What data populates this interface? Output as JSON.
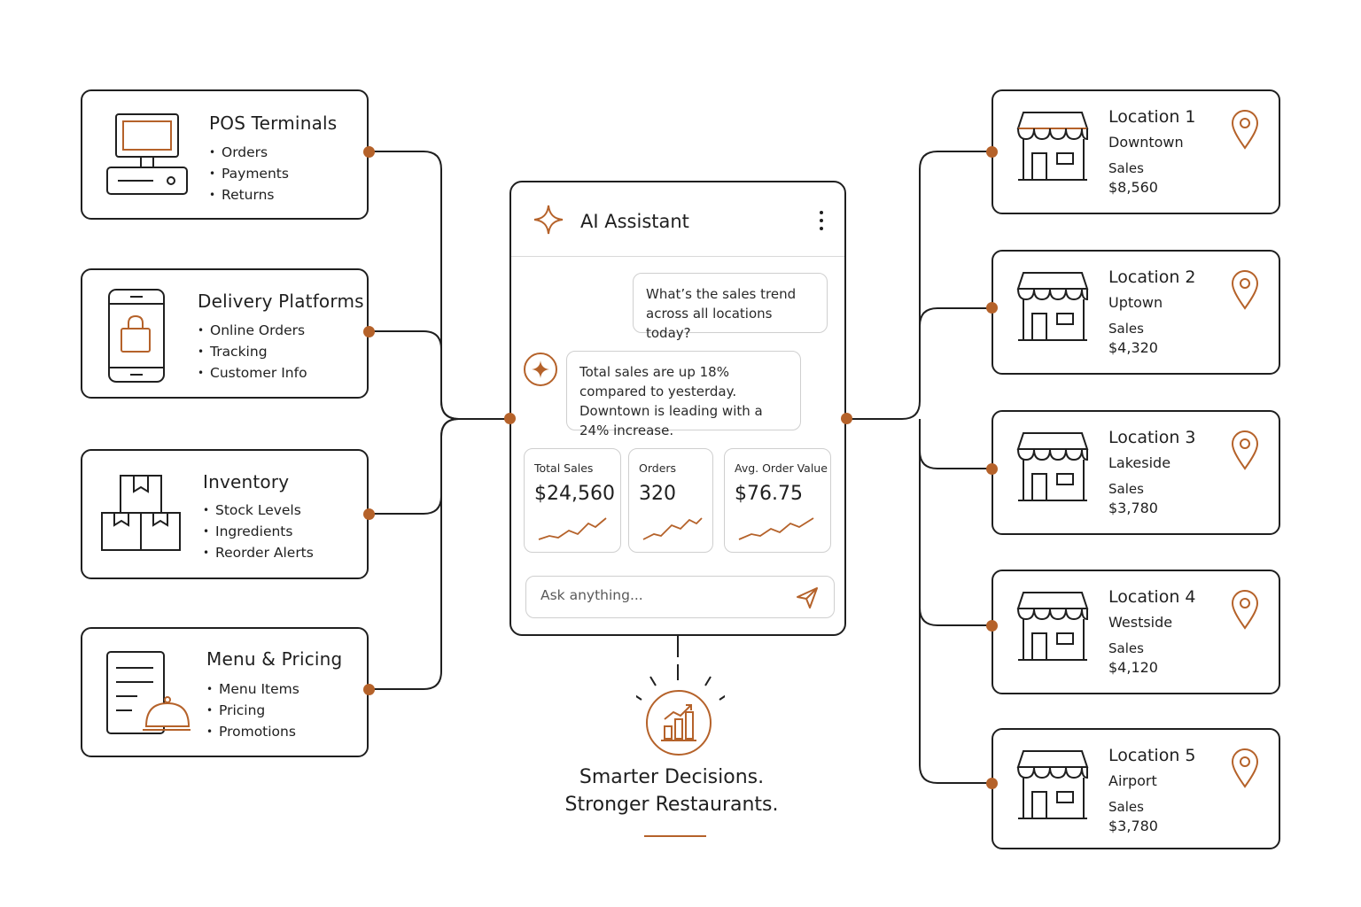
{
  "colors": {
    "accent": "#b5622a",
    "ink": "#1f1f1f",
    "border_light": "#cfcfcf"
  },
  "sources": [
    {
      "title": "POS Terminals",
      "items": [
        "Orders",
        "Payments",
        "Returns"
      ],
      "icon": "pos-terminal-icon"
    },
    {
      "title": "Delivery Platforms",
      "items": [
        "Online Orders",
        "Tracking",
        "Customer Info"
      ],
      "icon": "mobile-shopping-icon"
    },
    {
      "title": "Inventory",
      "items": [
        "Stock Levels",
        "Ingredients",
        "Reorder Alerts"
      ],
      "icon": "boxes-icon"
    },
    {
      "title": "Menu & Pricing",
      "items": [
        "Menu Items",
        "Pricing",
        "Promotions"
      ],
      "icon": "menu-cloche-icon"
    }
  ],
  "assistant": {
    "title": "AI Assistant",
    "user_message": "What’s the sales trend across all locations today?",
    "ai_message": "Total sales are up 18% compared to yesterday. Downtown is leading with a 24% increase.",
    "metrics": [
      {
        "label": "Total Sales",
        "value": "$24,560"
      },
      {
        "label": "Orders",
        "value": "320"
      },
      {
        "label": "Avg. Order Value",
        "value": "$76.75"
      }
    ],
    "input_placeholder": "Ask anything..."
  },
  "locations": [
    {
      "title": "Location 1",
      "area": "Downtown",
      "sales_label": "Sales",
      "sales": "$8,560"
    },
    {
      "title": "Location 2",
      "area": "Uptown",
      "sales_label": "Sales",
      "sales": "$4,320"
    },
    {
      "title": "Location 3",
      "area": "Lakeside",
      "sales_label": "Sales",
      "sales": "$3,780"
    },
    {
      "title": "Location 4",
      "area": "Westside",
      "sales_label": "Sales",
      "sales": "$4,120"
    },
    {
      "title": "Location 5",
      "area": "Airport",
      "sales_label": "Sales",
      "sales": "$3,780"
    }
  ],
  "tagline": {
    "line1": "Smarter Decisions.",
    "line2": "Stronger Restaurants."
  }
}
